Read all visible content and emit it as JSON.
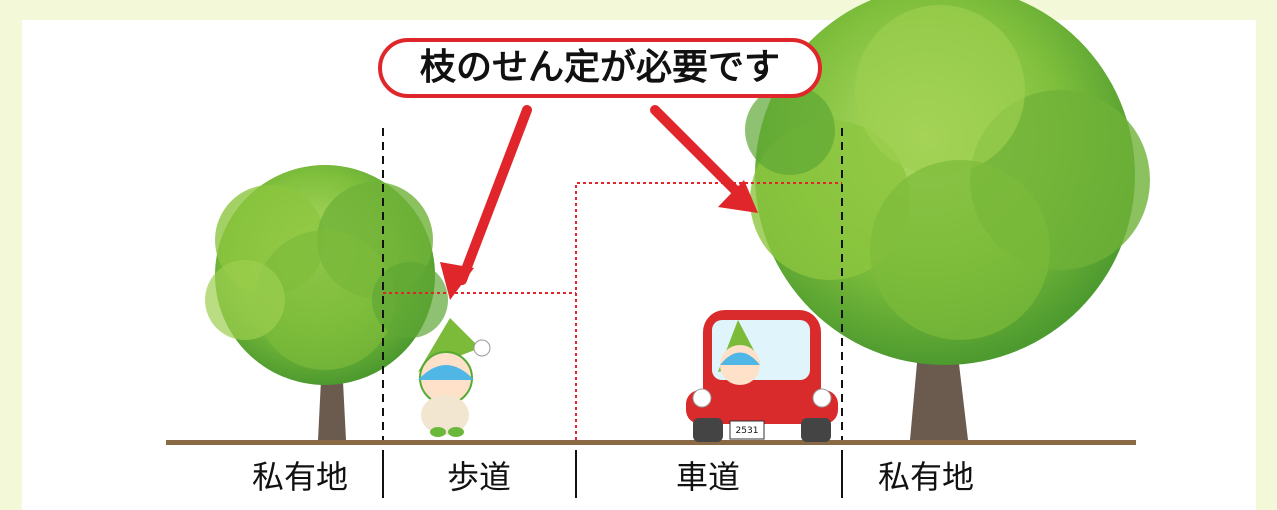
{
  "callout": {
    "text": "枝のせん定が必要です"
  },
  "zones": {
    "left_private": "私有地",
    "sidewalk": "歩道",
    "roadway": "車道",
    "right_private": "私有地"
  },
  "car": {
    "plate_number": "2531"
  },
  "colors": {
    "background": "#f3f8d8",
    "panel": "#ffffff",
    "ground": "#8a6a45",
    "accent_red": "#e0262a",
    "leaf_light": "#8cc63f",
    "leaf_dark": "#3f8f2e",
    "trunk": "#6b5b4e"
  },
  "icons": [
    "left-tree-icon",
    "right-tree-icon",
    "mascot-icon",
    "car-icon",
    "arrow-icon"
  ]
}
